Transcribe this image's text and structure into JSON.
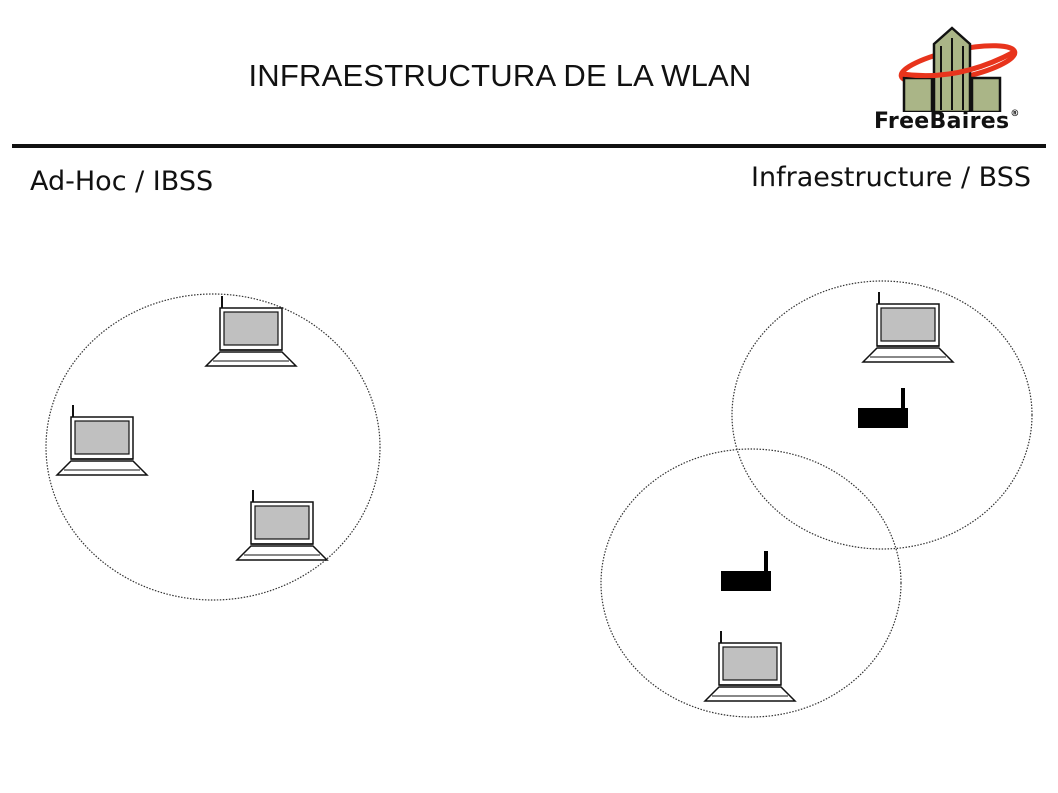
{
  "slide": {
    "title": "INFRAESTRUCTURA DE LA WLAN",
    "logo_text": "FreeBaires",
    "logo_mark": "®",
    "left_label": "Ad-Hoc / IBSS",
    "right_label": "Infraestructure / BSS"
  },
  "colors": {
    "laptop_screen": "#c0c0c0",
    "logo_orange": "#e8341c",
    "logo_green": "#aab587",
    "ink": "#111111"
  },
  "icons": [
    "laptop-icon",
    "access-point-icon",
    "freebaires-logo"
  ]
}
